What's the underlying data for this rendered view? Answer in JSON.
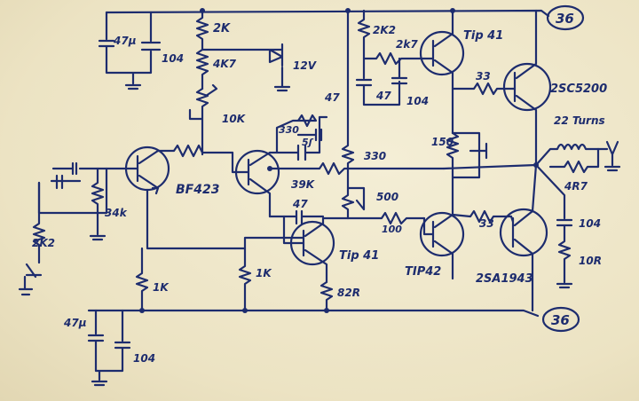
{
  "labels": {
    "c_top_left": "47μ",
    "c_top_left_104": "104",
    "r_2k": "2K",
    "r_4k7": "4K7",
    "zener": "12V",
    "pot_10k": "10K",
    "r_330": "330",
    "c_47_a": "47",
    "c_5n": "5ʃ",
    "r_39k": "39K",
    "r_2k2_top": "2K2",
    "r_2k7": "2k7",
    "q_tip41_top": "Tip 41",
    "c_47_mid": "47",
    "c_104_mid": "104",
    "r_33_top": "33",
    "q_2sc5200": "2SC5200",
    "r_330_mid": "330",
    "r_150": "150",
    "coil": "22 Turns",
    "r_4r7": "4R7",
    "r_34k": "34k",
    "q_bf423": "BF423",
    "r_2k2_in": "2K2",
    "r_1k_a": "1K",
    "r_1k_b": "1K",
    "c_47_low": "47",
    "pot_500": "500",
    "r_100": "100",
    "q_tip41_low": "Tip 41",
    "r_82r": "82R",
    "q_tip42": "TIP42",
    "r_33_low": "33",
    "q_2sa1943": "2SA1943",
    "c_104_out": "104",
    "r_10r": "10R",
    "c_47u_low": "47μ",
    "c_104_low": "104",
    "rail_pos": "36",
    "rail_neg": "36"
  }
}
